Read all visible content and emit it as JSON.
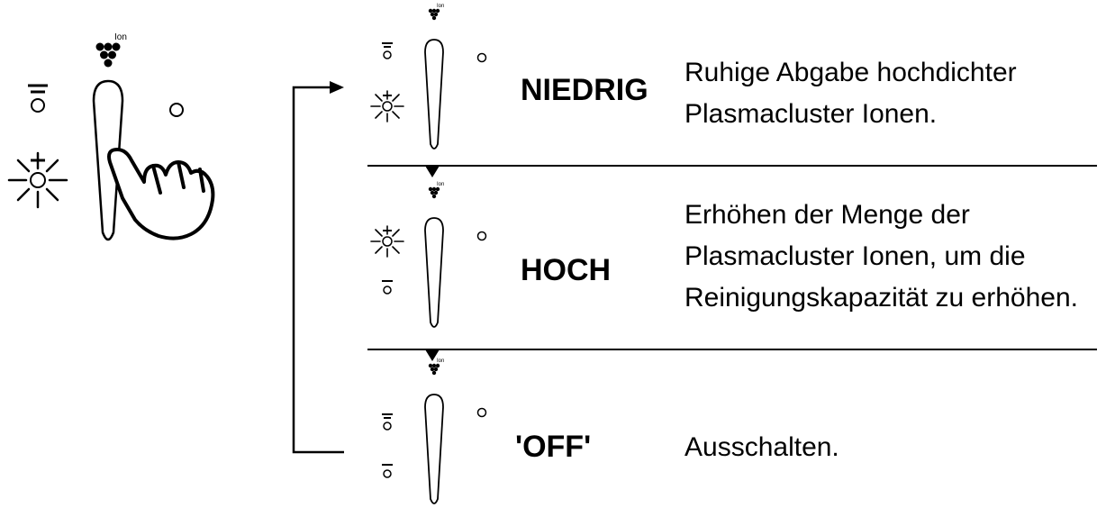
{
  "heading_fragment": "",
  "ion_icon_text": "Ion",
  "overview": {
    "icons": [
      "ion-cluster-icon",
      "level-high-indicator-icon",
      "level-low-lit-icon",
      "power-led-icon",
      "touch-button-icon",
      "pointing-hand-icon"
    ]
  },
  "modes": [
    {
      "label": "NIEDRIG",
      "description": [
        "Ruhige Abgabe hochdichter",
        "Plasmacluster Ionen."
      ],
      "lit_indicator": "low"
    },
    {
      "label": "HOCH",
      "description": [
        "Erhöhen der Menge der",
        "Plasmacluster Ionen, um die",
        "Reinigungskapazität zu erhöhen."
      ],
      "lit_indicator": "high"
    },
    {
      "label": "'OFF'",
      "description": [
        "Ausschalten."
      ],
      "lit_indicator": "none"
    }
  ],
  "colors": {
    "ink": "#000000",
    "background": "#ffffff"
  }
}
